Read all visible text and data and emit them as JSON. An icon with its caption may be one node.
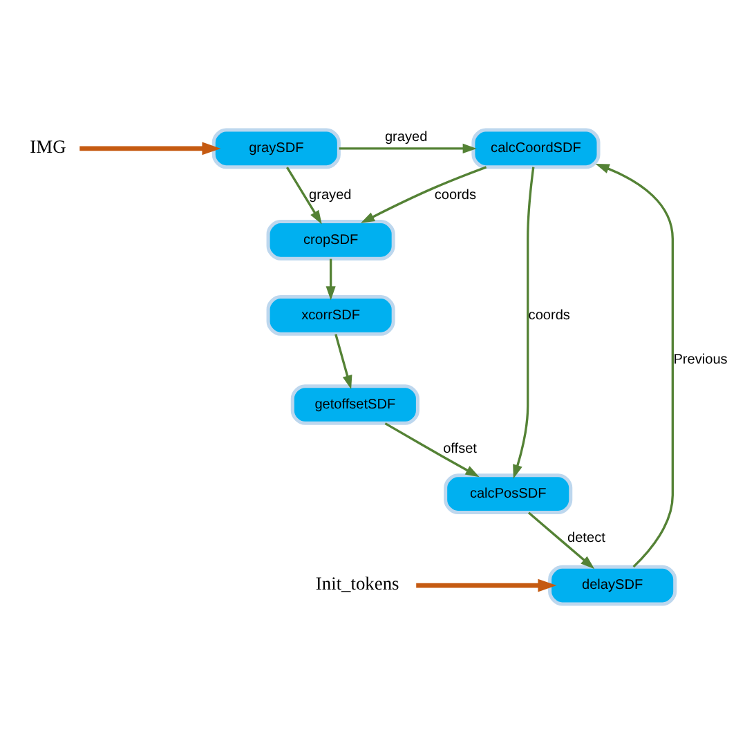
{
  "diagram": {
    "nodes": [
      {
        "text": [
          "IMG"
        ]
      },
      {
        "text": [
          "graySDF"
        ]
      },
      {
        "text": [
          "calcCoordSDF"
        ]
      },
      {
        "text": [
          "cropSDF"
        ]
      },
      {
        "text": [
          "xcorrSDF"
        ]
      },
      {
        "text": [
          "getoffsetSDF"
        ]
      },
      {
        "text": [
          "calcPosSDF"
        ]
      },
      {
        "text": [
          "Init_tokens"
        ]
      },
      {
        "text": [
          "delaySDF"
        ]
      }
    ],
    "edges": [
      {
        "from": 0,
        "to": 1,
        "arrow": "to",
        "style": "thick",
        "color": "#c55a11"
      },
      {
        "from": 1,
        "to": 3,
        "arrow": "to",
        "label": "grayed"
      },
      {
        "from": 1,
        "to": 2,
        "arrow": "to",
        "label": "grayed"
      },
      {
        "from": 2,
        "to": 3,
        "arrow": "to",
        "label": "coords"
      },
      {
        "from": 3,
        "to": 4,
        "arrow": "to"
      },
      {
        "from": 4,
        "to": 5,
        "arrow": "to"
      },
      {
        "from": 5,
        "to": 6,
        "arrow": "to",
        "label": "offset"
      },
      {
        "from": 2,
        "to": 6,
        "arrow": "to",
        "label": "coords"
      },
      {
        "from": 6,
        "to": 8,
        "arrow": "to",
        "label": "detect"
      },
      {
        "from": 7,
        "to": 8,
        "arrow": "to",
        "style": "thick",
        "color": "#c55a11"
      },
      {
        "from": 8,
        "to": 2,
        "arrow": "to",
        "label": "Previous"
      }
    ]
  }
}
